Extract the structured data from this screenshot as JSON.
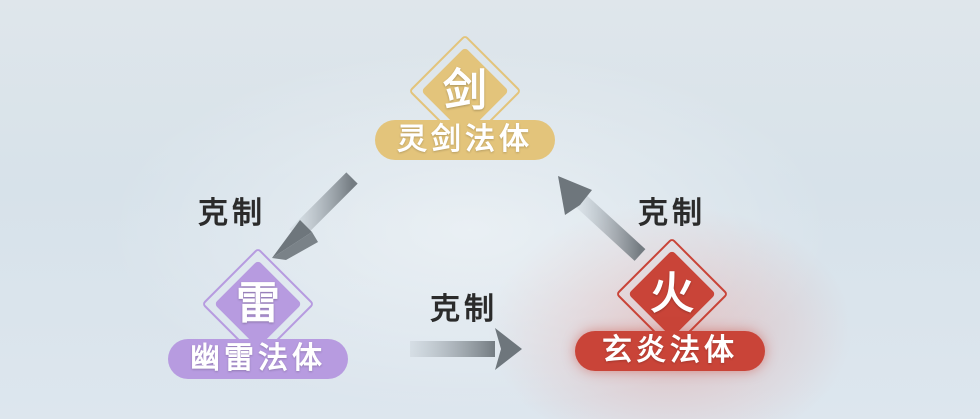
{
  "nodes": {
    "sword": {
      "glyph": "剑",
      "label": "灵剑法体",
      "color": "#e3c47b"
    },
    "thunder": {
      "glyph": "雷",
      "label": "幽雷法体",
      "color": "#b79be0"
    },
    "fire": {
      "glyph": "火",
      "label": "玄炎法体",
      "color": "#c94438"
    }
  },
  "relations": {
    "sword_to_thunder": "克制",
    "thunder_to_fire": "克制",
    "fire_to_sword": "克制"
  }
}
